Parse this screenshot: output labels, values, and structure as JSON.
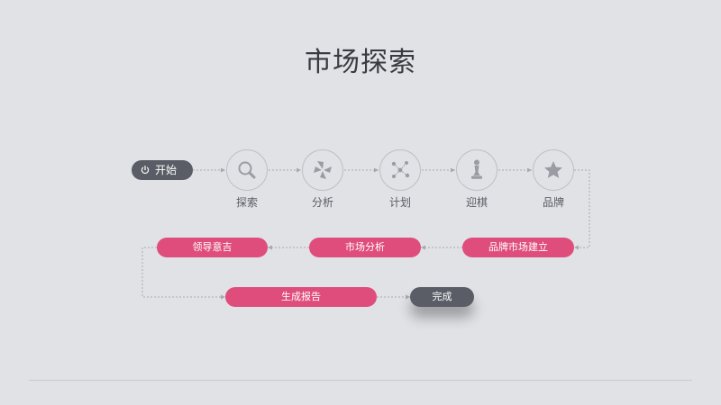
{
  "title": "市场探索",
  "start": {
    "label": "开始",
    "icon": "power-icon"
  },
  "steps": [
    {
      "label": "探索",
      "icon": "search-icon"
    },
    {
      "label": "分析",
      "icon": "pinwheel-icon"
    },
    {
      "label": "计划",
      "icon": "network-icon"
    },
    {
      "label": "迎棋",
      "icon": "chess-pawn-icon"
    },
    {
      "label": "品牌",
      "icon": "star-icon"
    }
  ],
  "flow": {
    "brand_build": "品牌市场建立",
    "market_analysis": "市场分析",
    "leader_opinion": "领导意吉",
    "report": "生成报告",
    "finish": "完成"
  },
  "colors": {
    "background": "#e1e2e6",
    "pink": "#df4d7c",
    "dark": "#5a5d66",
    "icon": "#9a9ca3"
  }
}
